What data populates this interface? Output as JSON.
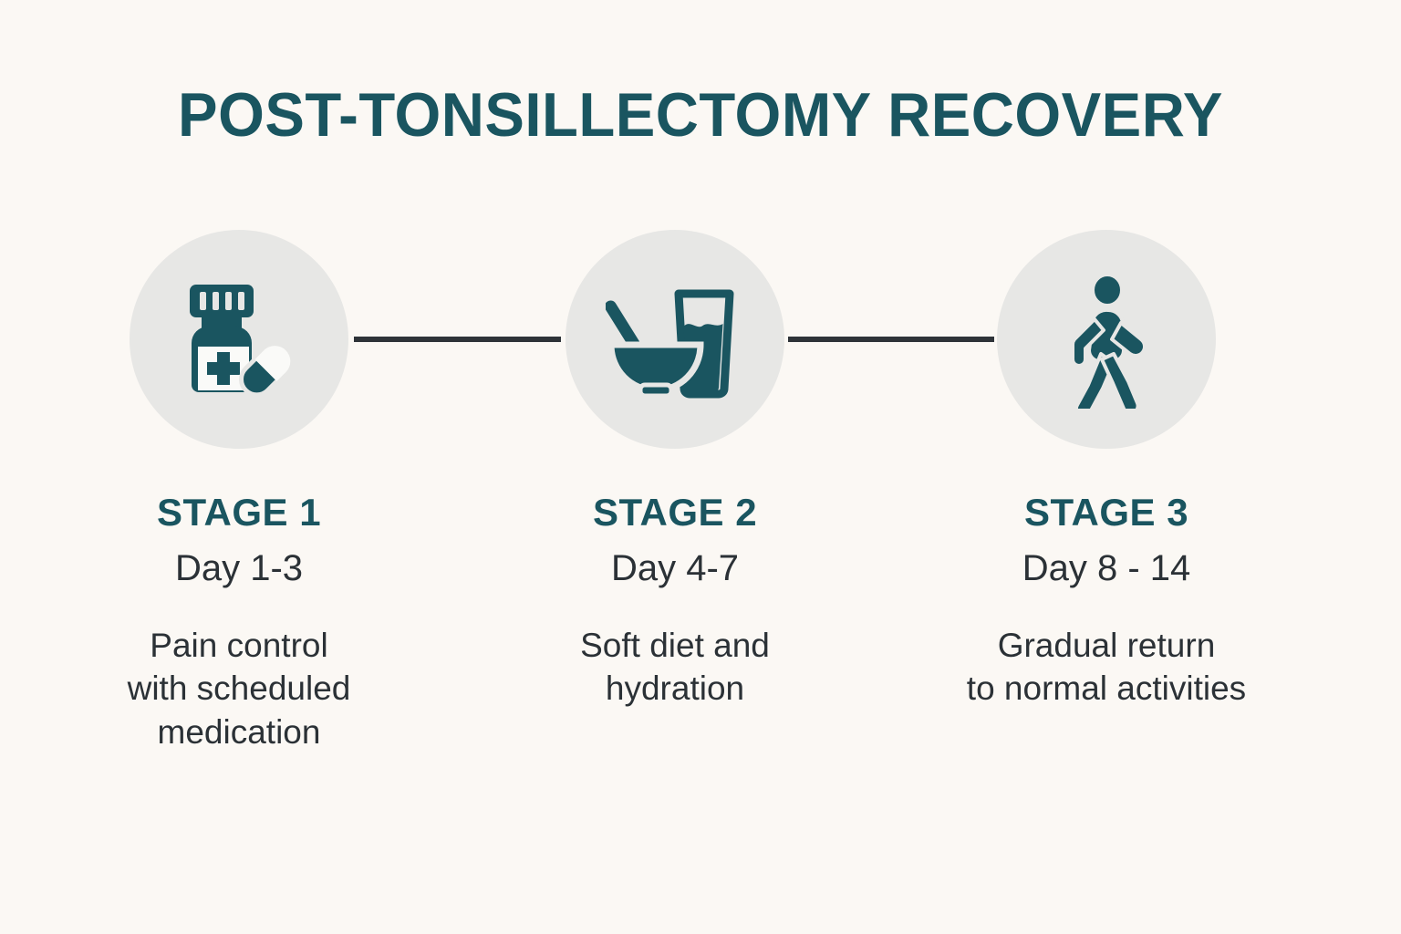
{
  "title": "POST-TONSILLECTOMY RECOVERY",
  "colors": {
    "background": "#FBF8F4",
    "teal": "#1A5560",
    "circle_fill": "#E7E7E5",
    "connector": "#2E3338",
    "body_text": "#2B3136"
  },
  "stages": [
    {
      "label": "STAGE 1",
      "days": "Day 1-3",
      "description": "Pain control\nwith scheduled\nmedication",
      "icon": "pill-bottle-and-capsule-icon"
    },
    {
      "label": "STAGE 2",
      "days": "Day 4-7",
      "description": "Soft diet and\nhydration",
      "icon": "bowl-spoon-and-water-glass-icon"
    },
    {
      "label": "STAGE 3",
      "days": "Day 8 - 14",
      "description": "Gradual return\nto normal activities",
      "icon": "walking-person-icon"
    }
  ],
  "connectors": [
    {
      "from": "STAGE 1",
      "to": "STAGE 2"
    },
    {
      "from": "STAGE 2",
      "to": "STAGE 3"
    }
  ]
}
